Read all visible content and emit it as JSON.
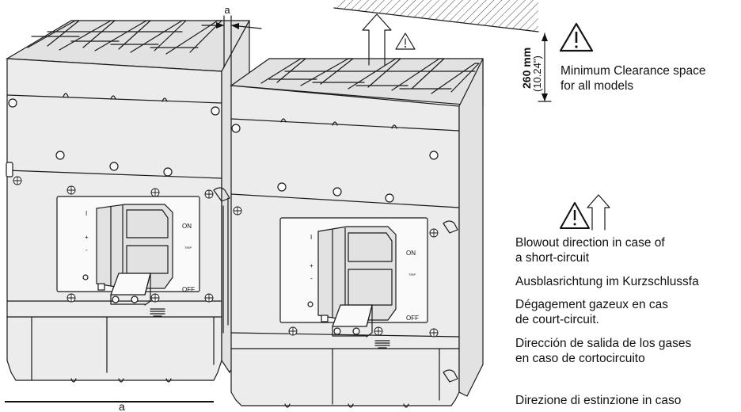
{
  "dimension_a": "a",
  "clearance": {
    "metric": "260 mm",
    "imperial": "(10.24\")",
    "label_line1": "Minimum Clearance space",
    "label_line2": "for all models"
  },
  "breaker_labels": {
    "on": "ON",
    "off": "OFF",
    "trip": "TRIP",
    "i": "I",
    "o": "O",
    "plus": "+",
    "minus": "-"
  },
  "blowout": {
    "en_line1": "Blowout direction in case of",
    "en_line2": "a short-circuit",
    "de": "Ausblasrichtung im Kurzschlussfa",
    "fr_line1": "Dégagement gazeux en cas",
    "fr_line2": "de court-circuit.",
    "es_line1": "Dirección de salida de los gases",
    "es_line2": "en caso de cortocircuito",
    "it_line1": "Direzione di estinzione in caso"
  },
  "footer_partial": "a"
}
